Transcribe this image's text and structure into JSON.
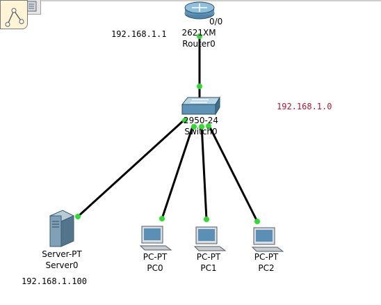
{
  "router": {
    "model": "2621XM",
    "name": "Router0",
    "port": "0/0",
    "ip": "192.168.1.1"
  },
  "switch": {
    "model": "2950-24",
    "name": "Switch0"
  },
  "network": {
    "ip": "192.168.1.0"
  },
  "server": {
    "model": "Server-PT",
    "name": "Server0",
    "ip": "192.168.1.100"
  },
  "pcs": [
    {
      "model": "PC-PT",
      "name": "PC0"
    },
    {
      "model": "PC-PT",
      "name": "PC1"
    },
    {
      "model": "PC-PT",
      "name": "PC2"
    }
  ],
  "colors": {
    "link": "#000000",
    "link_up": "#2ddc2d",
    "network_label": "#b0182e",
    "router_body": "#5f93b5",
    "switch_body": "#6fa3bf"
  },
  "icons": {
    "workspace_tool": "logical-workspace-icon",
    "toolbar": "toolbar-icon"
  }
}
